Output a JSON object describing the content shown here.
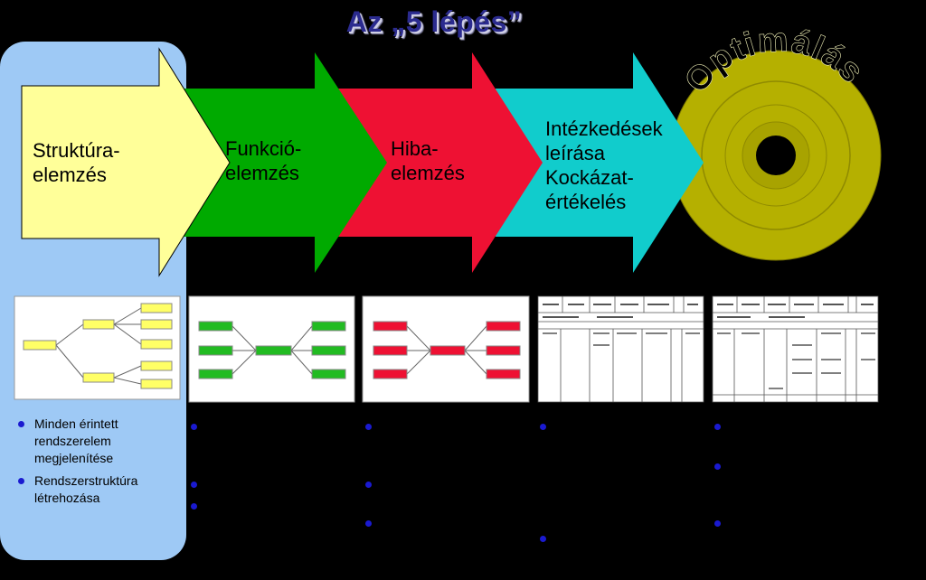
{
  "title": "Az „5 lépés”",
  "steps": [
    {
      "label": "Struktúra-\nelemzés",
      "color": "#ffff99"
    },
    {
      "label": "Funkció-\nelemzés",
      "color": "#00aa00"
    },
    {
      "label": "Hiba-\nelemzés",
      "color": "#ee1133"
    },
    {
      "label": "Intézkedések\nleírása\nKockázat-\nértékelés",
      "color": "#11cccc"
    }
  ],
  "disc": {
    "label": "Optimálás",
    "color": "#b5b000"
  },
  "panel_color": "#9ec9f5",
  "bullets": [
    "Minden érintett rendszerelem megjelenítése",
    "Rendszerstruktúra létrehozása"
  ]
}
